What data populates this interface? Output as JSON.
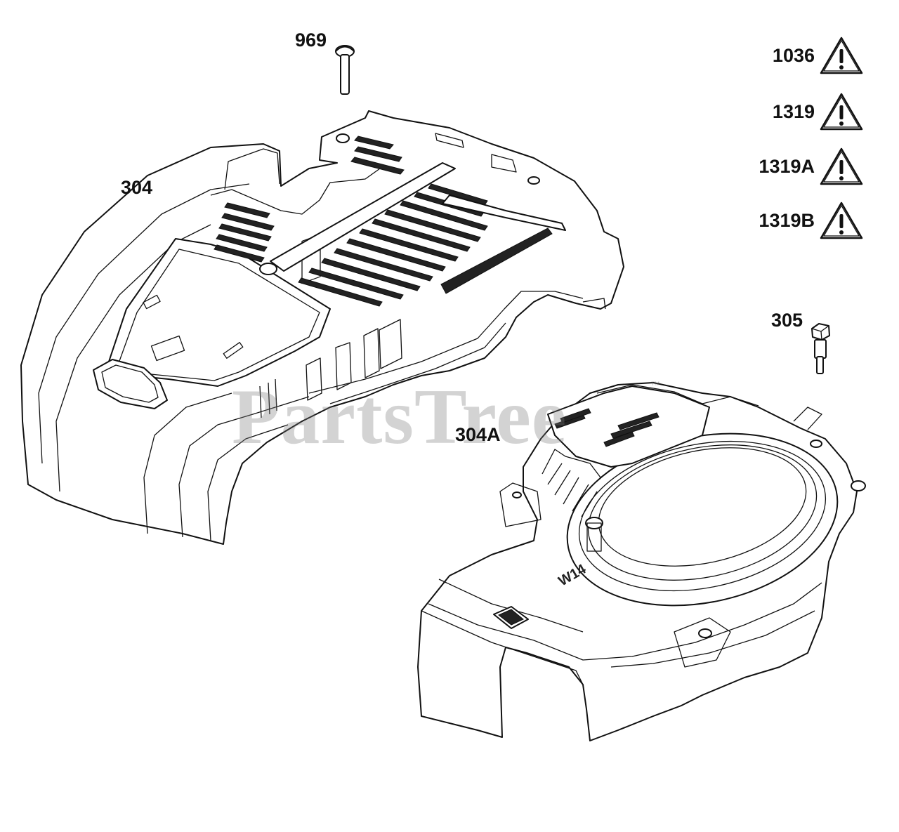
{
  "callouts": {
    "part_969": "969",
    "part_304": "304",
    "part_304A": "304A",
    "part_305": "305"
  },
  "warnings": [
    {
      "label": "1036",
      "icon": "warning-triangle-icon"
    },
    {
      "label": "1319",
      "icon": "warning-triangle-icon"
    },
    {
      "label": "1319A",
      "icon": "warning-triangle-icon"
    },
    {
      "label": "1319B",
      "icon": "warning-triangle-icon"
    }
  ],
  "housing_marking": "W14",
  "watermark": {
    "text": "PartsTree",
    "trademark": "™"
  }
}
